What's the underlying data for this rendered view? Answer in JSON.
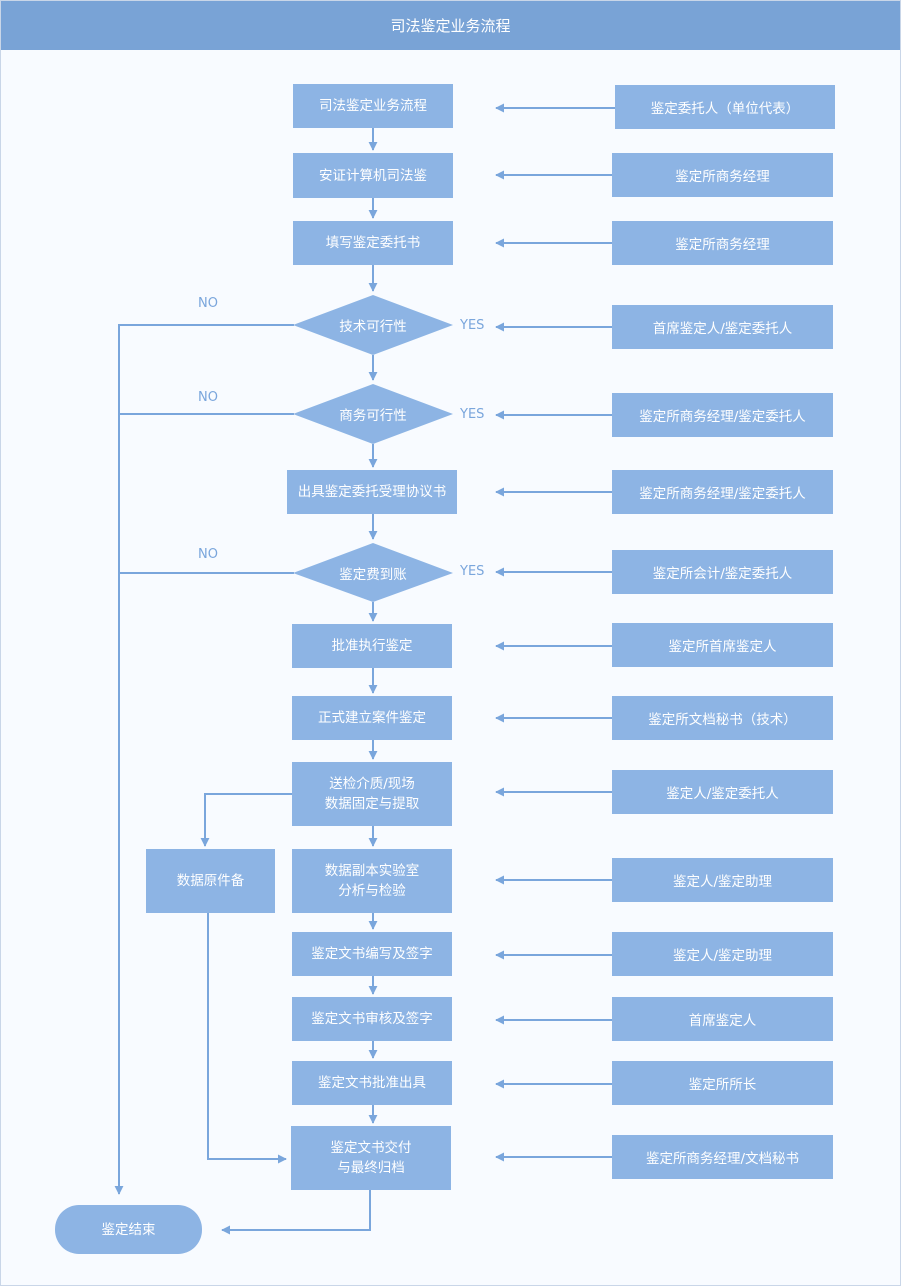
{
  "header": {
    "title": "司法鉴定业务流程"
  },
  "steps": [
    {
      "label": "司法鉴定业务流程",
      "role": "鉴定委托人（单位代表）"
    },
    {
      "label": "安证计算机司法鉴",
      "role": "鉴定所商务经理"
    },
    {
      "label": "填写鉴定委托书",
      "role": "鉴定所商务经理"
    },
    {
      "label": "技术可行性",
      "role": "首席鉴定人/鉴定委托人"
    },
    {
      "label": "商务可行性",
      "role": "鉴定所商务经理/鉴定委托人"
    },
    {
      "label": "出具鉴定委托受理协议书",
      "role": "鉴定所商务经理/鉴定委托人"
    },
    {
      "label": "鉴定费到账",
      "role": "鉴定所会计/鉴定委托人"
    },
    {
      "label": "批准执行鉴定",
      "role": "鉴定所首席鉴定人"
    },
    {
      "label": "正式建立案件鉴定",
      "role": "鉴定所文档秘书（技术）"
    },
    {
      "label": "送检介质/现场\n数据固定与提取",
      "role": "鉴定人/鉴定委托人"
    },
    {
      "label": "数据副本实验室\n分析与检验",
      "role": "鉴定人/鉴定助理"
    },
    {
      "label": "鉴定文书编写及签字",
      "role": "鉴定人/鉴定助理"
    },
    {
      "label": "鉴定文书审核及签字",
      "role": "首席鉴定人"
    },
    {
      "label": "鉴定文书批准出具",
      "role": "鉴定所所长"
    },
    {
      "label": "鉴定文书交付\n与最终归档",
      "role": "鉴定所商务经理/文档秘书"
    }
  ],
  "backup": {
    "label": "数据原件备"
  },
  "end": {
    "label": "鉴定结束"
  },
  "branch_labels": {
    "no": "NO",
    "yes": "YES"
  },
  "colors": {
    "node": "#8db4e4",
    "line": "#7aa6dc",
    "header": "#79a3d6"
  }
}
